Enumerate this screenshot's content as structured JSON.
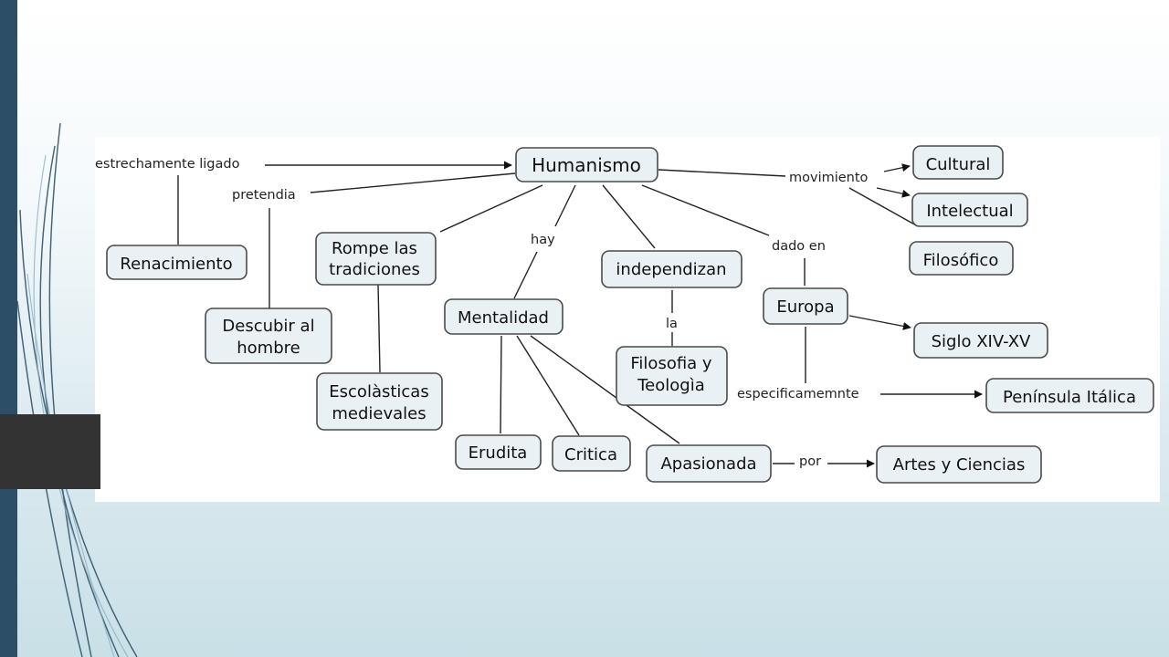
{
  "nodes": {
    "humanismo": "Humanismo",
    "cultural": "Cultural",
    "intelectual": "Intelectual",
    "filosofico": "Filosófico",
    "renacimiento": "Renacimiento",
    "rompe_1": "Rompe las",
    "rompe_2": "tradiciones",
    "independizan": "independizan",
    "europa": "Europa",
    "descubir_1": "Descubir al",
    "descubir_2": "hombre",
    "mentalidad": "Mentalidad",
    "escolasticas_1": "Escolàsticas",
    "escolasticas_2": "medievales",
    "filosofia_1": "Filosofia y",
    "filosofia_2": "Teologìa",
    "siglo": "Siglo XIV-XV",
    "peninsula": "Península Itálica",
    "erudita": "Erudita",
    "critica": "Critica",
    "apasionada": "Apasionada",
    "artes": "Artes y Ciencias"
  },
  "links": {
    "estrechamente": "estrechamente ligado",
    "pretendia": "pretendia",
    "movimiento": "movimiento",
    "hay": "hay",
    "dado_en": "dado en",
    "la": "la",
    "especificamente": "especificamemnte",
    "por": "por"
  },
  "colors": {
    "node_fill": "#eaf1f5",
    "left_bar": "#2c4e66",
    "dark_tab": "#333333"
  }
}
